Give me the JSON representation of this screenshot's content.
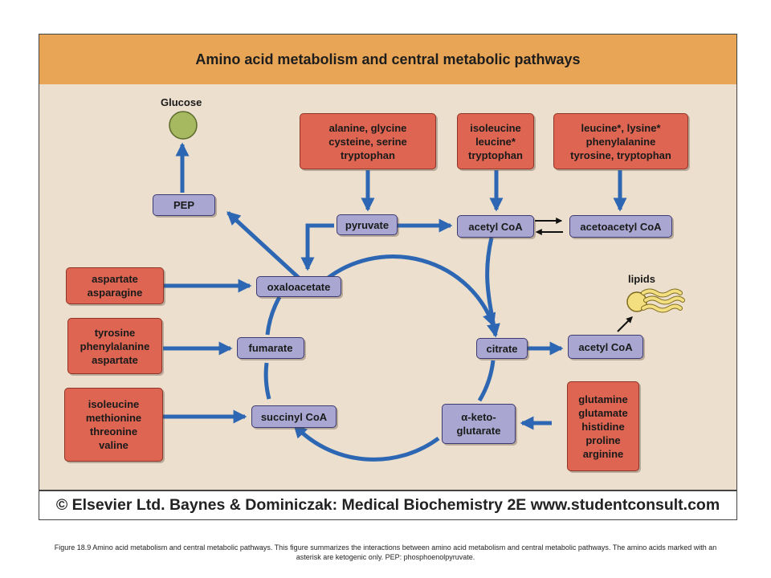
{
  "title": "Amino acid metabolism and central metabolic pathways",
  "glucose_label": "Glucose",
  "lipids_label": "lipids",
  "nodes": {
    "pep": "PEP",
    "pyruvate": "pyruvate",
    "acetyl_coa_top": "acetyl CoA",
    "acetoacetyl_coa": "acetoacetyl CoA",
    "oxaloacetate": "oxaloacetate",
    "fumarate": "fumarate",
    "succinyl_coa": "succinyl CoA",
    "citrate": "citrate",
    "acetyl_coa_right": "acetyl CoA",
    "alpha_ketoglutarate_line1": "α-keto-",
    "alpha_ketoglutarate_line2": "glutarate"
  },
  "amino_acid_groups": {
    "to_pyruvate": [
      "alanine, glycine",
      "cysteine, serine",
      "tryptophan"
    ],
    "to_acetyl_coa": [
      "isoleucine",
      "leucine*",
      "tryptophan"
    ],
    "to_acetoacetyl_coa": [
      "leucine*, lysine*",
      "phenylalanine",
      "tyrosine, tryptophan"
    ],
    "to_oxaloacetate": [
      "aspartate",
      "asparagine"
    ],
    "to_fumarate": [
      "tyrosine",
      "phenylalanine",
      "aspartate"
    ],
    "to_succinyl_coa": [
      "isoleucine",
      "methionine",
      "threonine",
      "valine"
    ],
    "to_alpha_ketoglutarate": [
      "glutamine",
      "glutamate",
      "histidine",
      "proline",
      "arginine"
    ]
  },
  "footer": "© Elsevier Ltd. Baynes & Dominiczak: Medical Biochemistry 2E www.studentconsult.com",
  "caption": "Figure 18.9 Amino acid metabolism and central metabolic pathways. This figure summarizes the interactions between amino acid metabolism and central metabolic pathways. The amino acids marked with an asterisk are ketogenic only. PEP: phosphoenolpyruvate.",
  "colors": {
    "background": "#eddfcd",
    "header": "#e9a556",
    "amino_acid_box": "#dd6552",
    "metabolite_box": "#a9a7d1",
    "arrow": "#2d67b3",
    "glucose": "#a6b860"
  }
}
